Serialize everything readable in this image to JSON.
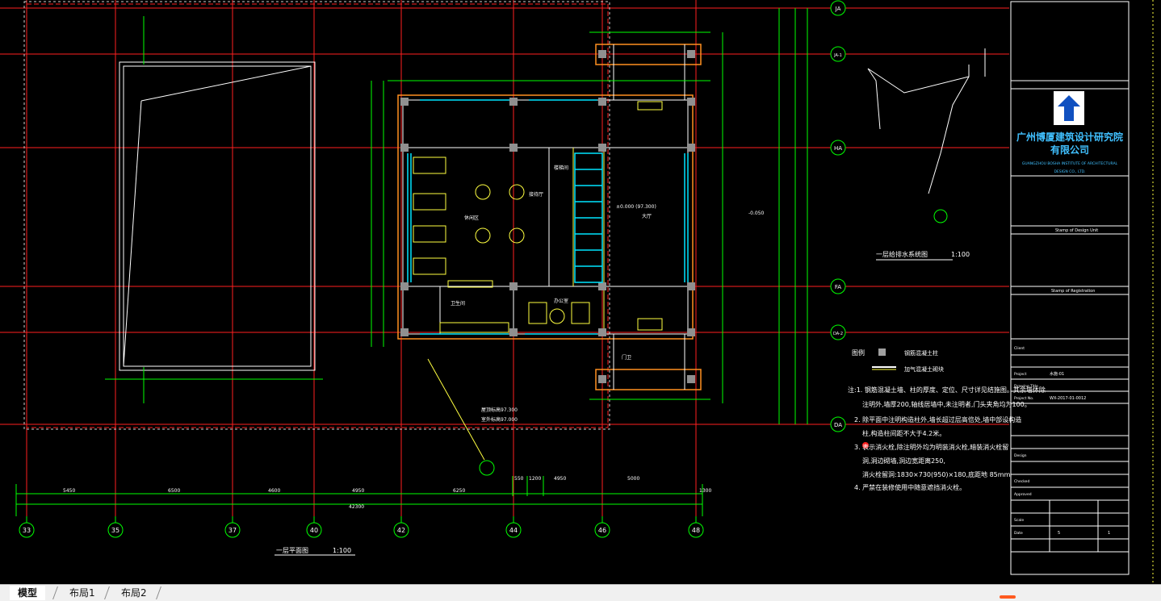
{
  "tabs": [
    {
      "label": "模型",
      "active": true
    },
    {
      "label": "布局1",
      "active": false
    },
    {
      "label": "布局2",
      "active": false
    }
  ],
  "grid_axes_bottom": [
    "33",
    "35",
    "37",
    "40",
    "42",
    "44",
    "46",
    "48"
  ],
  "grid_axes_right": [
    "JA",
    "JA-1",
    "HA",
    "FA",
    "DA-2",
    "DA"
  ],
  "bottom_dims": [
    "5450",
    "6500",
    "4600",
    "4950",
    "6250",
    "550",
    "1200",
    "4950",
    "5000",
    "1300"
  ],
  "bottom_total_dim": "42300",
  "plan_title": "一层平面图",
  "plan_scale": "1:100",
  "system_title": "一层给排水系统图",
  "system_scale": "1:100",
  "legend": {
    "title": "图例",
    "items": [
      {
        "label": "钢筋混凝土柱",
        "color": "#a0a0a0"
      },
      {
        "label": "加气混凝土砌块",
        "color": "#ffffff"
      }
    ]
  },
  "notes": [
    "注:1. 钢筋混凝土墙、柱的厚度、定位、尺寸详见结施图。其余墙体除",
    "注明外,墙厚200,轴线居墙中,未注明者,门头夹角均为100。",
    "2. 除平面中注明构造柱外,墙长超过层高倍处,墙中部设构造",
    "柱,构造柱间距不大于4.2米。",
    "3. 表示消火栓,除注明外均为明装消火栓,暗装消火栓留",
    "洞,洞边砌墙,洞边宽距离250,",
    "消火栓留洞:1830×730(950)×180,底距地  85mm",
    "4. 严禁在装修使用中随意遮挡消火栓。"
  ],
  "room_labels": [
    "休闲区",
    "接待厅",
    "楼梯间",
    "卫生间",
    "办公室",
    "大厅",
    "门卫"
  ],
  "title_block": {
    "company_cn": "广州博厦建筑设计研究院",
    "company_cn2": "有限公司",
    "company_en": "GUANGZHOU BOSHA INSTITUTE OF ARCHITECTURAL",
    "company_en2": "DESIGN CO., LTD.",
    "stamp_label": "Stamp of Design Unit",
    "reg_label": "Stamp of Registration",
    "rows": [
      "Client",
      "Project",
      "Drawing Title",
      "Project No.",
      "Design",
      "Checked",
      "Approved",
      "Scale",
      "Date"
    ],
    "project_no": "WX-2017-01-0012",
    "drawing_no": "水施-01",
    "sheet_cells": [
      "5",
      "1"
    ]
  },
  "elev_labels": [
    {
      "text": "屋顶标高97.300"
    },
    {
      "text": "室外标高97.000"
    },
    {
      "text": "±0.000 (97.300)"
    },
    {
      "text": "-0.050"
    }
  ],
  "colors": {
    "grid": "#00ff00",
    "axis_line": "#ff2020",
    "wall": "#ffffff",
    "window": "#00e5ff",
    "column": "#ff9020",
    "tab_bar": "#f0f0f0"
  }
}
